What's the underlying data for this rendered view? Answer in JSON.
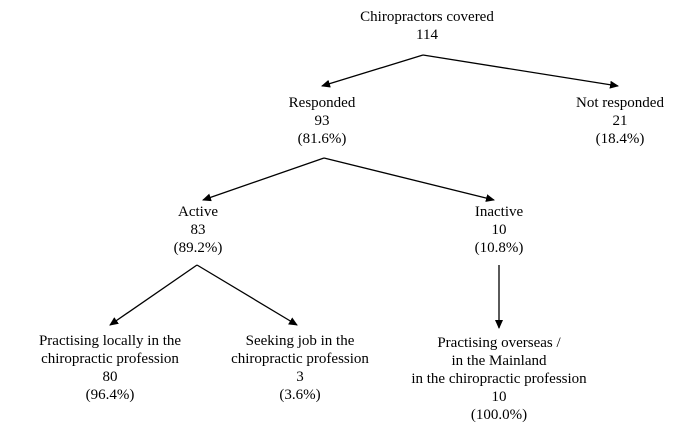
{
  "page": {
    "background_color": "#ffffff",
    "text_color": "#000000",
    "line_color": "#000000"
  },
  "diagram": {
    "type": "flowchart-tree",
    "nodes": {
      "root": {
        "label": "Chiropractors covered",
        "value": "114"
      },
      "responded": {
        "label": "Responded",
        "value": "93",
        "percent": "(81.6%)"
      },
      "not_responded": {
        "label": "Not responded",
        "value": "21",
        "percent": "(18.4%)"
      },
      "active": {
        "label": "Active",
        "value": "83",
        "percent": "(89.2%)"
      },
      "inactive": {
        "label": "Inactive",
        "value": "10",
        "percent": "(10.8%)"
      },
      "practising_locally": {
        "label_lines": [
          "Practising locally in the",
          "chiropractic profession"
        ],
        "value": "80",
        "percent": "(96.4%)"
      },
      "seeking_job": {
        "label_lines": [
          "Seeking job in the",
          "chiropractic profession"
        ],
        "value": "3",
        "percent": "(3.6%)"
      },
      "practising_overseas": {
        "label_lines": [
          "Practising overseas /",
          "in the Mainland",
          "in the chiropractic profession"
        ],
        "value": "10",
        "percent": "(100.0%)"
      }
    },
    "edges": [
      {
        "from": "root",
        "to": "responded"
      },
      {
        "from": "root",
        "to": "not_responded"
      },
      {
        "from": "responded",
        "to": "active"
      },
      {
        "from": "responded",
        "to": "inactive"
      },
      {
        "from": "active",
        "to": "practising_locally"
      },
      {
        "from": "active",
        "to": "seeking_job"
      },
      {
        "from": "inactive",
        "to": "practising_overseas"
      }
    ]
  }
}
